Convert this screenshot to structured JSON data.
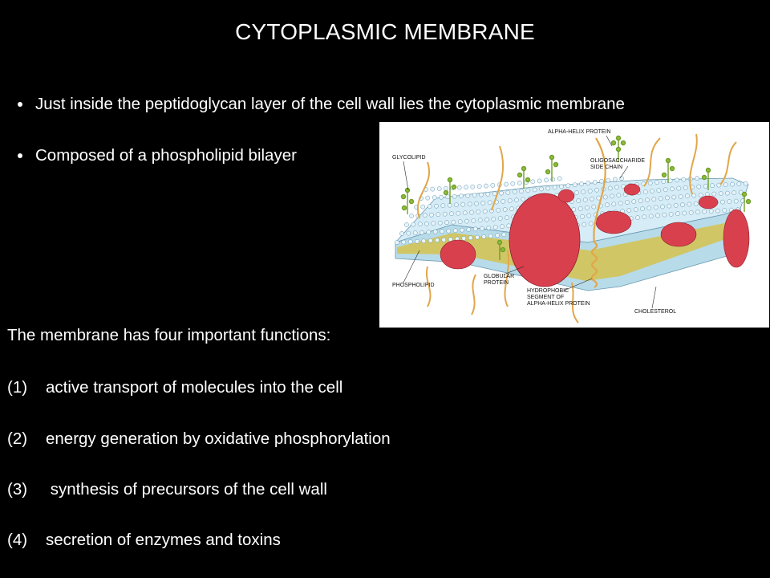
{
  "slide": {
    "title": "CYTOPLASMIC MEMBRANE",
    "bullets": [
      "Just inside the peptidoglycan layer of the cell wall lies the cytoplasmic membrane",
      "Composed of a phospholipid bilayer"
    ],
    "functions_heading": "The membrane has four important functions:",
    "functions": [
      {
        "num": "(1)",
        "text": "active transport of molecules into the cell"
      },
      {
        "num": "(2)",
        "text": "energy generation by oxidative phosphorylation"
      },
      {
        "num": "(3)",
        "text": " synthesis of precursors of the cell wall"
      },
      {
        "num": "(4)",
        "text": "secretion of enzymes and toxins"
      }
    ]
  },
  "figure": {
    "labels": {
      "alpha_helix_protein": "ALPHA-HELIX PROTEIN",
      "glycolipid": "GLYCOLIPID",
      "oligosaccharide_1": "OLIGOSACCHARIDE",
      "oligosaccharide_2": "SIDE CHAIN",
      "phospholipid": "PHOSPHOLIPID",
      "globular_1": "GLOBULAR",
      "globular_2": "PROTEIN",
      "hydrophobic_1": "HYDROPHOBIC",
      "hydrophobic_2": "SEGMENT OF",
      "hydrophobic_3": "ALPHA-HELIX PROTEIN",
      "cholesterol": "CHOLESTEROL"
    },
    "colors": {
      "background": "#ffffff",
      "head": "#cfe6f2",
      "tail_band": "#c9b43a",
      "protein": "#d9404e",
      "chain": "#e2a64a",
      "sugar": "#8fbf3a"
    }
  }
}
